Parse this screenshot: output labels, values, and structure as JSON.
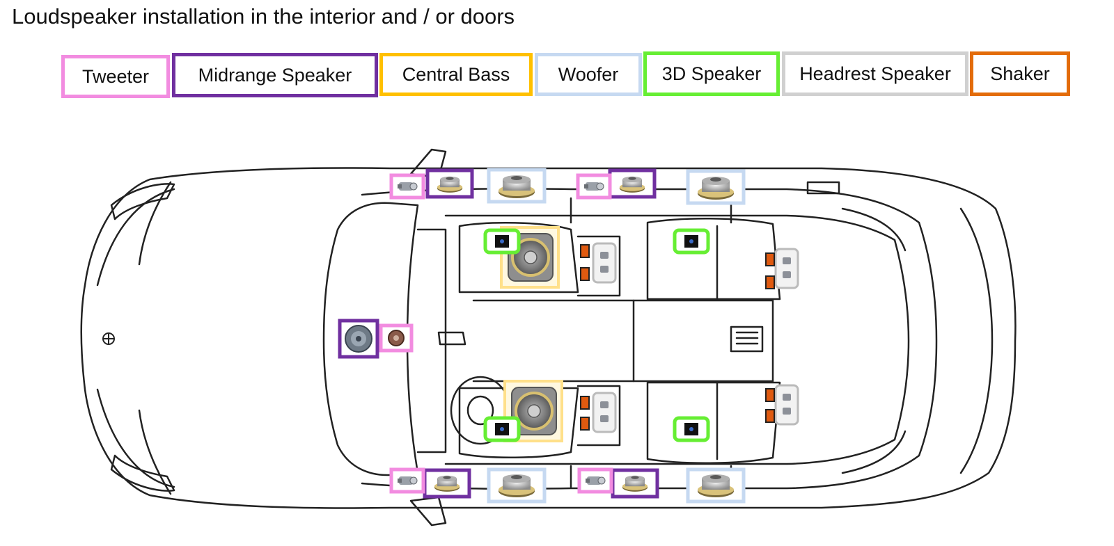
{
  "title": "Loudspeaker installation in the interior and / or doors",
  "legend": [
    {
      "id": "tweeter",
      "label": "Tweeter",
      "color": "#f28ce0"
    },
    {
      "id": "midrange",
      "label": "Midrange Speaker",
      "color": "#7030a0"
    },
    {
      "id": "central_bass",
      "label": "Central Bass",
      "color": "#ffc000"
    },
    {
      "id": "woofer",
      "label": "Woofer",
      "color": "#c6d9f1"
    },
    {
      "id": "speaker_3d",
      "label": "3D Speaker",
      "color": "#66ee33"
    },
    {
      "id": "headrest",
      "label": "Headrest Speaker",
      "color": "#d0d0d0"
    },
    {
      "id": "shaker",
      "label": "Shaker",
      "color": "#e36c0a"
    }
  ],
  "speakers": {
    "tweeter_count": 5,
    "midrange_count": 5,
    "central_bass_count": 2,
    "woofer_count": 4,
    "speaker_3d_count": 4,
    "headrest_count": 4,
    "shaker_count": 8
  }
}
